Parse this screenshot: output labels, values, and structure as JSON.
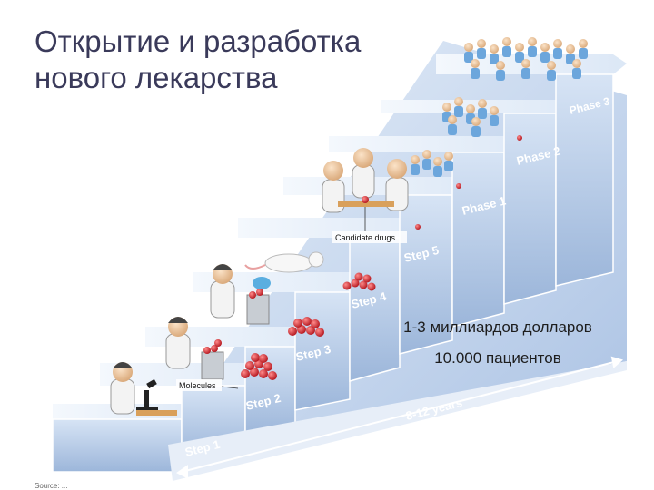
{
  "title": {
    "line1": "Открытие и разработка",
    "line2": "нового лекарства"
  },
  "steps": [
    "Step 1",
    "Step 2",
    "Step 3",
    "Step 4",
    "Step 5"
  ],
  "phases": [
    "Phase 1",
    "Phase 2",
    "Phase 3"
  ],
  "labels": {
    "molecules": "Molecules",
    "candidate_drugs": "Candidate drugs",
    "timeline": "8-12 years"
  },
  "info": {
    "cost": "1-3 миллиардов долларов",
    "patients": "10.000 пациентов"
  },
  "footer": "Source: ..."
}
